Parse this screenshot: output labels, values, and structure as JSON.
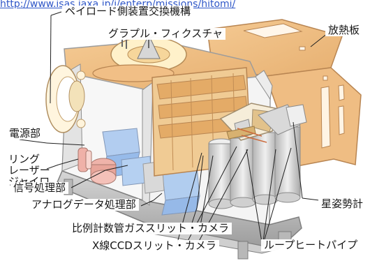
{
  "diagram": {
    "top_link": "http://www.isas.jaxa.jp/j/enterp/missions/hitomi/",
    "labels": {
      "payload_exchange": "ペイロード側装置交換機構",
      "grapple_fixture": "グラプル・フィクスチャ",
      "radiator": "放熱板",
      "power_unit": "電源部",
      "ring_laser_gyro": "リング\nレーザー\nジャイロ",
      "signal_processing": "信号処理部",
      "analog_data_processing": "アナログデータ処理部",
      "star_sensor": "星姿勢計",
      "gas_slit_camera": "比例計数管ガススリット・カメラ",
      "xray_ccd_slit_camera": "X線CCDスリット・カメラ",
      "loop_heat_pipe": "ループヒートパイプ"
    },
    "colors": {
      "link": "#2f57c8",
      "panel": "#efbf86",
      "panel_dark": "#c99158",
      "frame": "#c9c9c9",
      "frame_dark": "#7d7d7d",
      "blue_box": "#a8c6ef",
      "pink_box": "#efb2a7",
      "cream": "#f5e0b5"
    }
  }
}
